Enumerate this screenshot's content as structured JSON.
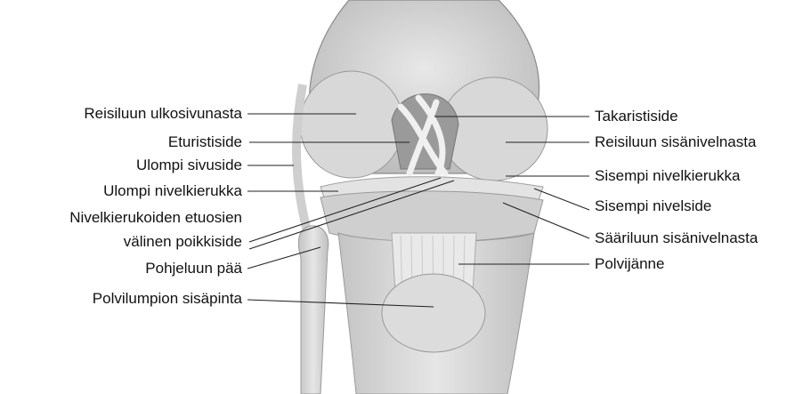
{
  "diagram": {
    "labels_left": [
      "Reisiluun ulkosivunasta",
      "Eturistiside",
      "Ulompi sivuside",
      "Ulompi nivelkierukka",
      "Nivelkierukoiden etuosien",
      "välinen poikkiside",
      "Pohjeluun pää",
      "Polvilumpion sisäpinta"
    ],
    "labels_right": [
      "Takaristiside",
      "Reisiluun sisänivelnasta",
      "Sisempi nivelkierukka",
      "Sisempi nivelside",
      "Sääriluun sisänivelnasta",
      "Polvijänne"
    ]
  }
}
